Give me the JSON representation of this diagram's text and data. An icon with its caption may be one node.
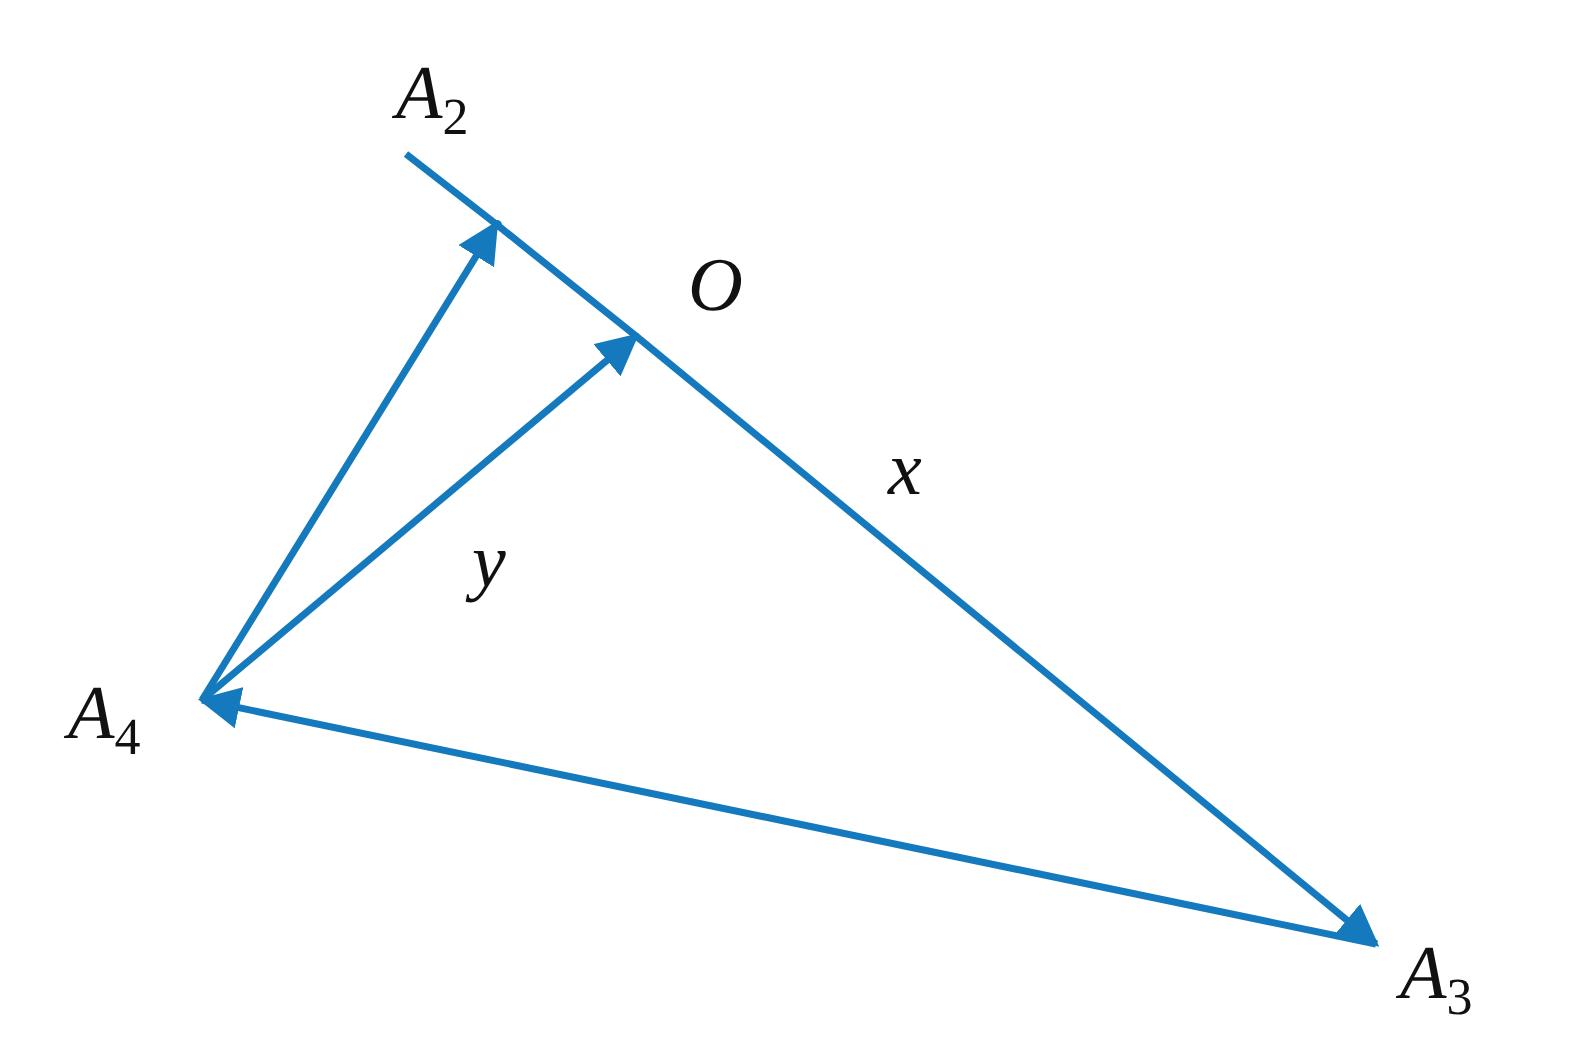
{
  "diagram": {
    "nodes": [
      {
        "text": [
          "A$_{2}$"
        ]
      },
      {
        "text": [],
        "shape": "point"
      },
      {
        "text": [
          "O"
        ]
      },
      {
        "text": [
          "A$_{3}$"
        ]
      },
      {
        "text": [
          "A$_{4}$"
        ]
      }
    ],
    "edges": [
      {
        "from": 0,
        "to": 1,
        "arrow": "none"
      },
      {
        "from": 1,
        "to": 2,
        "arrow": "none"
      },
      {
        "from": 2,
        "to": 3,
        "arrow": "to",
        "label": "x"
      },
      {
        "from": 3,
        "to": 4,
        "arrow": "to"
      },
      {
        "from": 4,
        "to": 1,
        "arrow": "to"
      },
      {
        "from": 4,
        "to": 2,
        "arrow": "to",
        "label": "y"
      }
    ]
  }
}
